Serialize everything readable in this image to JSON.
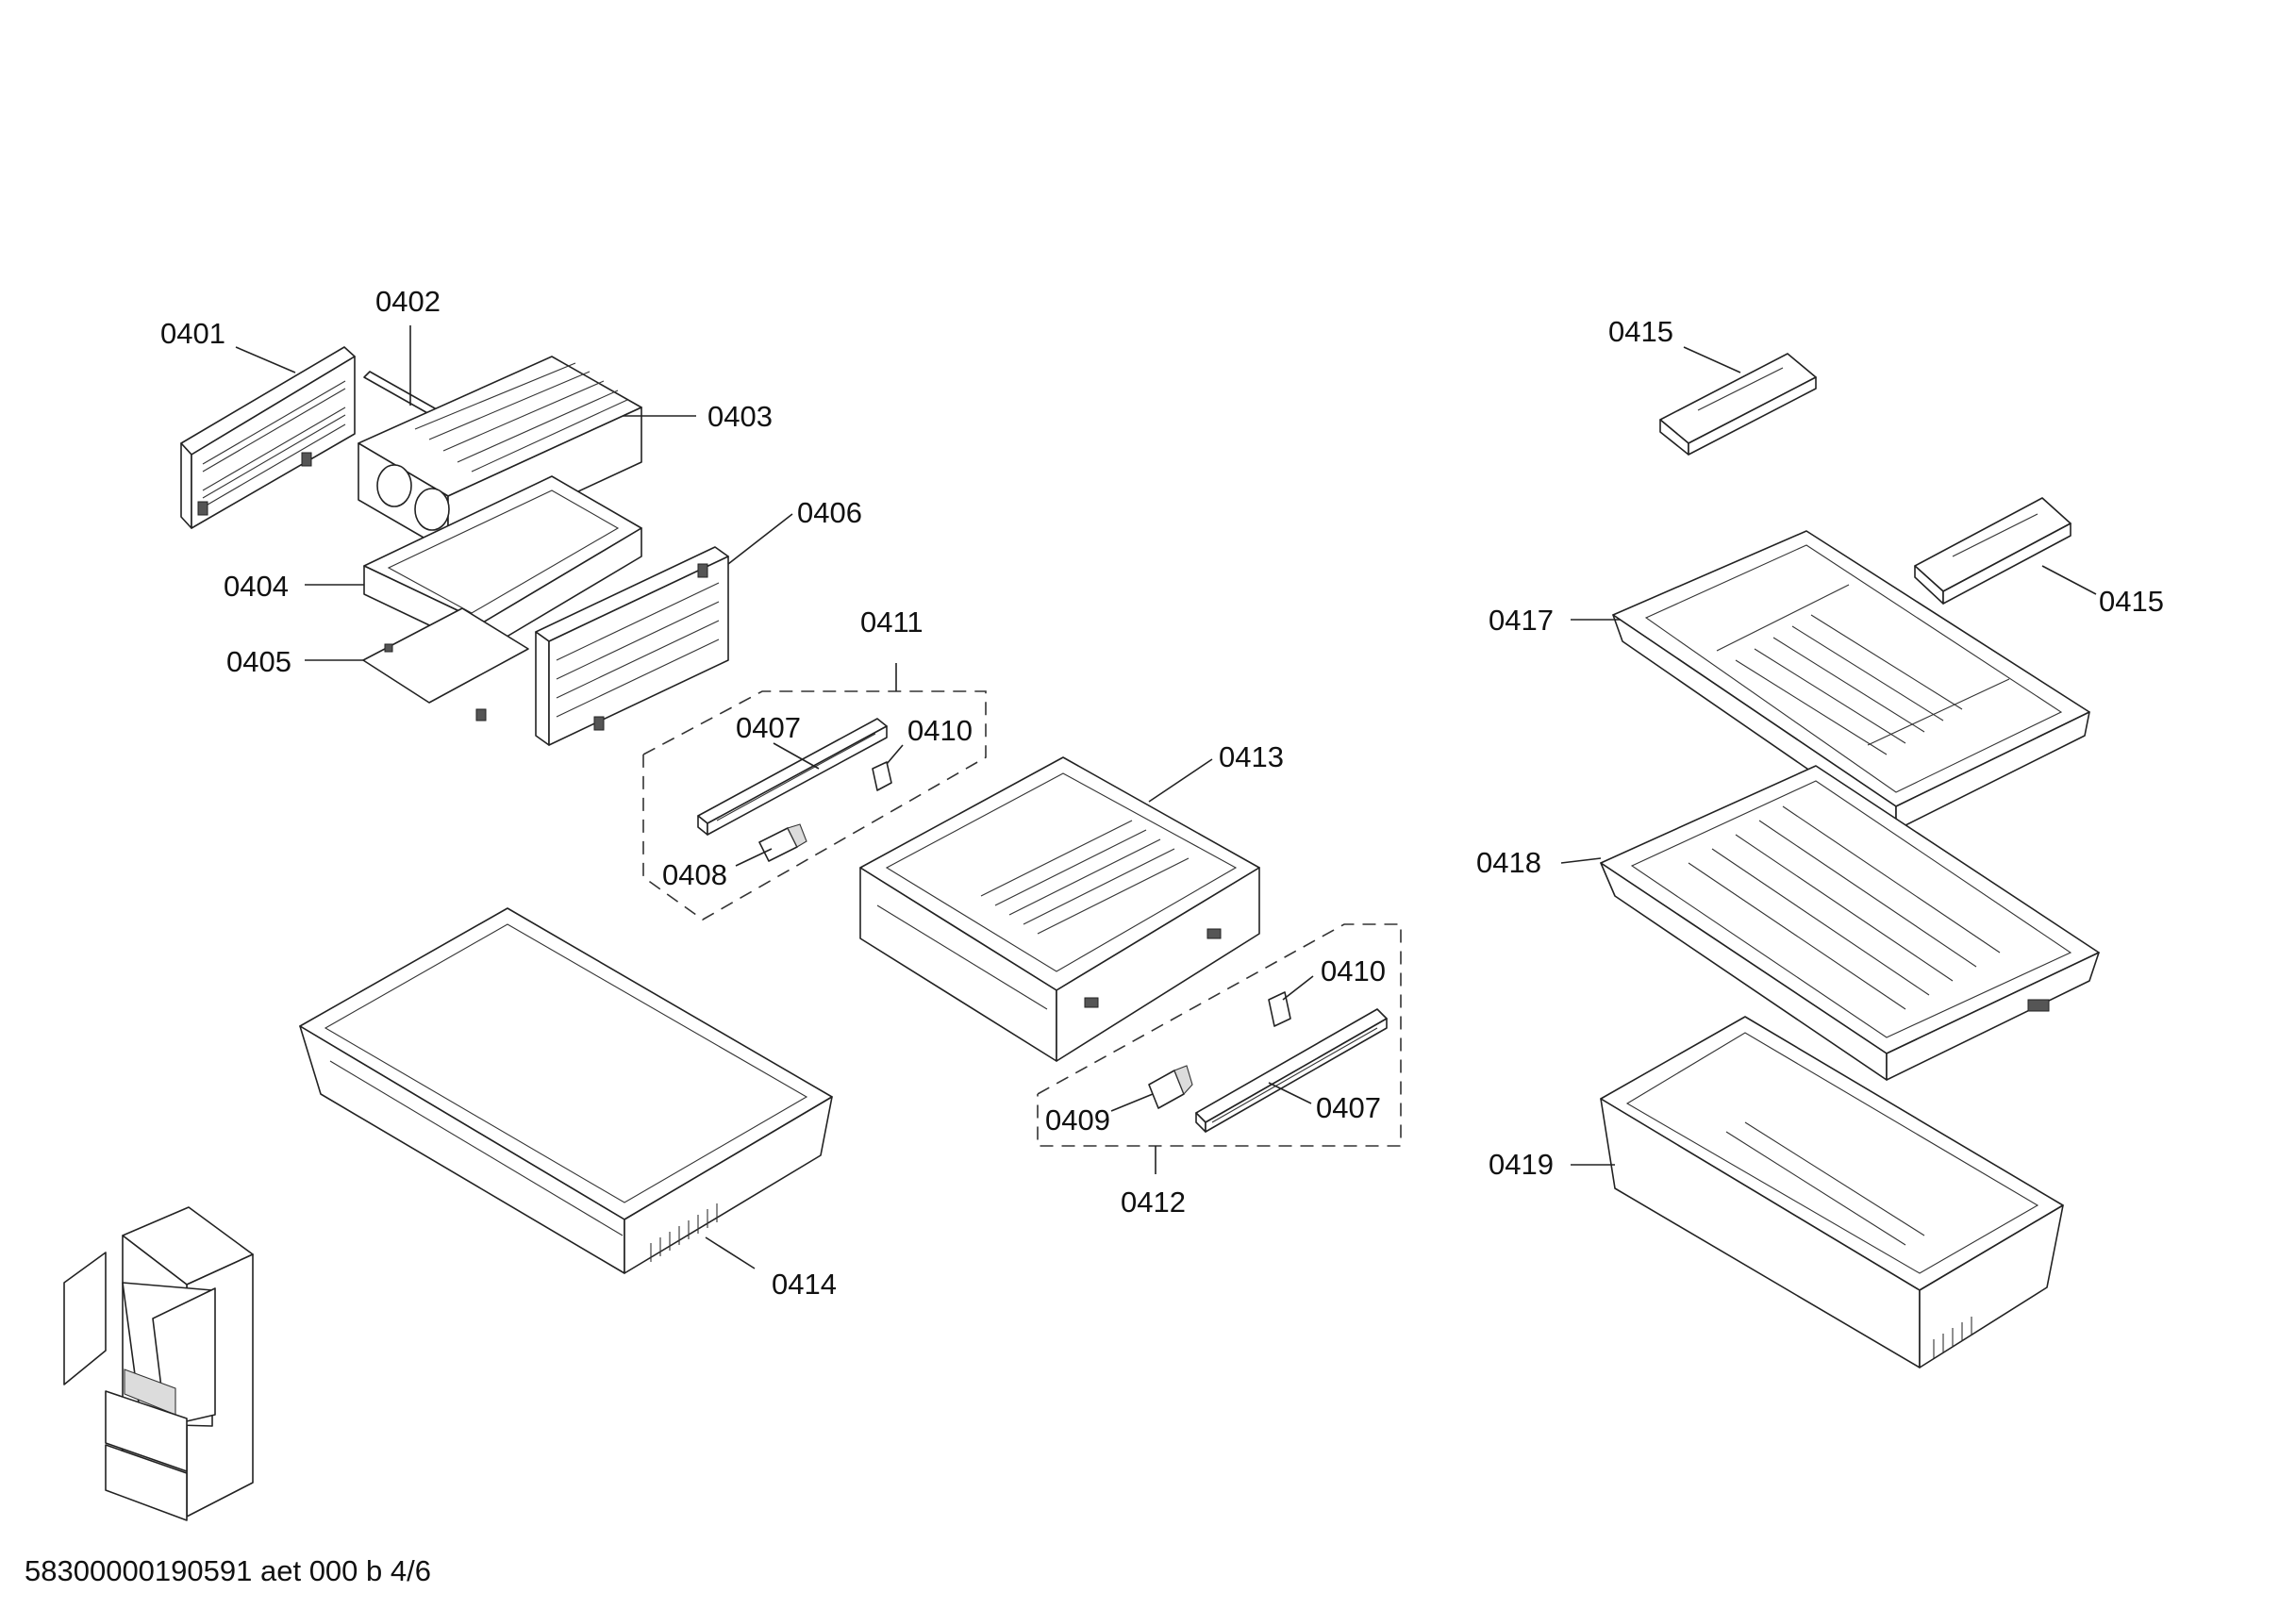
{
  "diagram": {
    "labels": {
      "p0401": "0401",
      "p0402": "0402",
      "p0403": "0403",
      "p0404": "0404",
      "p0405": "0405",
      "p0406": "0406",
      "p0407a": "0407",
      "p0407b": "0407",
      "p0408": "0408",
      "p0409": "0409",
      "p0410a": "0410",
      "p0410b": "0410",
      "p0411": "0411",
      "p0412": "0412",
      "p0413": "0413",
      "p0414": "0414",
      "p0415a": "0415",
      "p0415b": "0415",
      "p0417": "0417",
      "p0418": "0418",
      "p0419": "0419"
    },
    "footer": "58300000190591 aet 000 b 4/6"
  }
}
